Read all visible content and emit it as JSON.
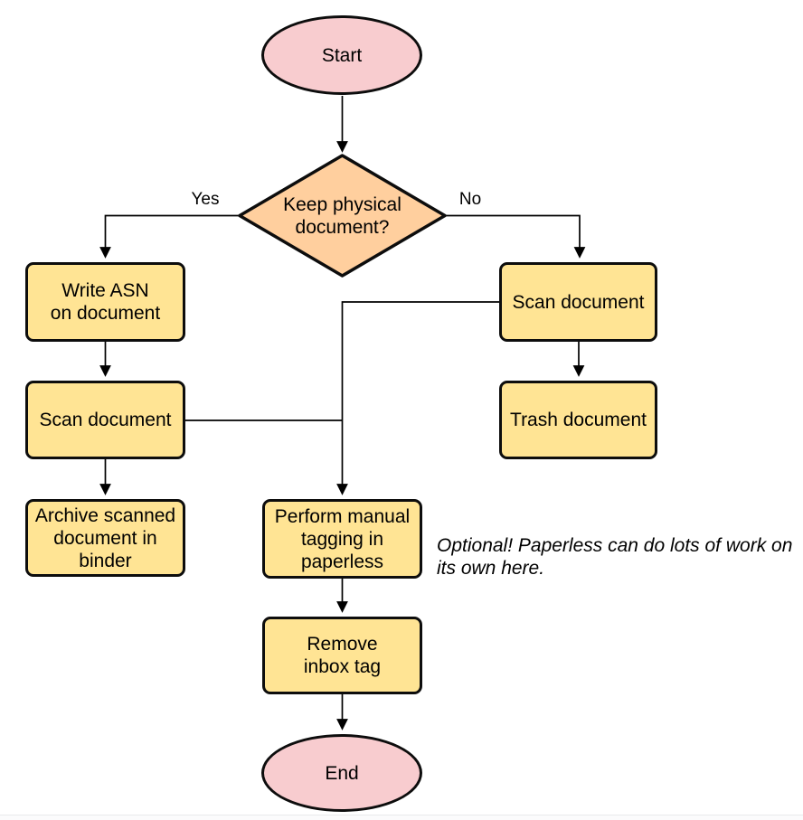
{
  "diagram": {
    "type": "flowchart",
    "background": "#ffffff",
    "colors": {
      "terminal_fill": "#f8cccf",
      "decision_fill": "#ffcf9e",
      "process_fill": "#ffe494",
      "node_stroke": "#0d0d0d",
      "edge_color": "#000000",
      "text_color": "#000000"
    },
    "nodes": {
      "start": {
        "type": "terminal",
        "label": "Start"
      },
      "keep_physical": {
        "type": "decision",
        "label": "Keep physical\ndocument?"
      },
      "write_asn": {
        "type": "process",
        "label": "Write ASN\non document"
      },
      "scan_document_left": {
        "type": "process",
        "label": "Scan document"
      },
      "archive_binder": {
        "type": "process",
        "label": "Archive scanned\ndocument in\nbinder"
      },
      "scan_document_right": {
        "type": "process",
        "label": "Scan document"
      },
      "trash_document": {
        "type": "process",
        "label": "Trash document"
      },
      "manual_tagging": {
        "type": "process",
        "label": "Perform manual\ntagging in\npaperless"
      },
      "remove_inbox_tag": {
        "type": "process",
        "label": "Remove\ninbox tag"
      },
      "end": {
        "type": "terminal",
        "label": "End"
      }
    },
    "edge_labels": {
      "yes": "Yes",
      "no": "No"
    },
    "edges": [
      {
        "from": "start",
        "to": "keep_physical",
        "label": ""
      },
      {
        "from": "keep_physical",
        "to": "write_asn",
        "label": "Yes"
      },
      {
        "from": "keep_physical",
        "to": "scan_document_right",
        "label": "No"
      },
      {
        "from": "write_asn",
        "to": "scan_document_left",
        "label": ""
      },
      {
        "from": "scan_document_left",
        "to": "archive_binder",
        "label": ""
      },
      {
        "from": "scan_document_left",
        "to": "manual_tagging",
        "label": ""
      },
      {
        "from": "scan_document_right",
        "to": "trash_document",
        "label": ""
      },
      {
        "from": "scan_document_right",
        "to": "manual_tagging",
        "label": ""
      },
      {
        "from": "manual_tagging",
        "to": "remove_inbox_tag",
        "label": ""
      },
      {
        "from": "remove_inbox_tag",
        "to": "end",
        "label": ""
      }
    ],
    "annotation": "Optional! Paperless can do lots of work on\nits own here."
  }
}
